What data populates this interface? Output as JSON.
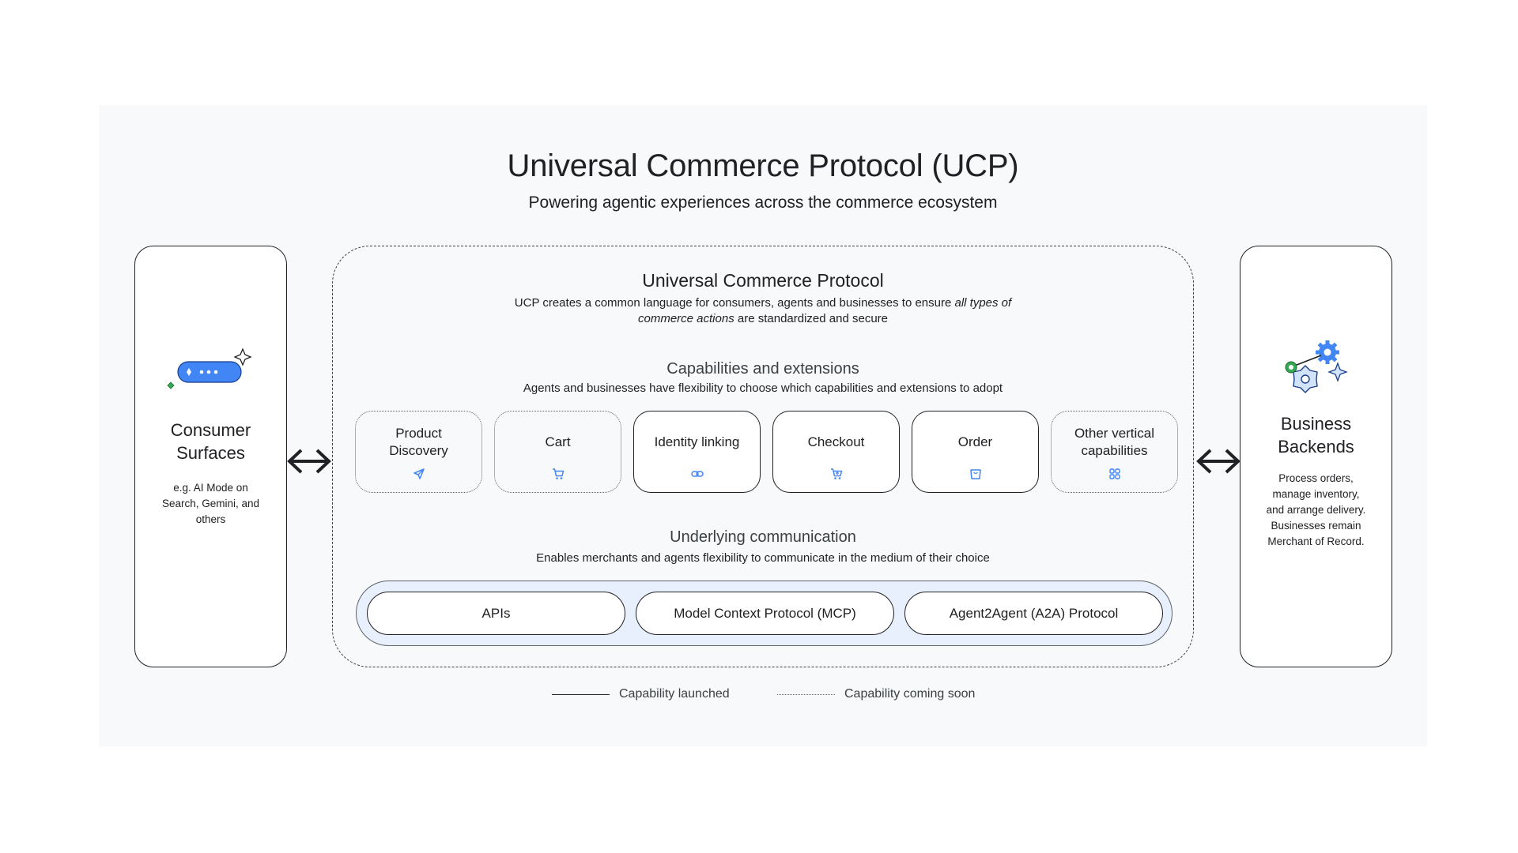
{
  "title": "Universal Commerce Protocol (UCP)",
  "subtitle": "Powering agentic experiences across the commerce ecosystem",
  "consumer": {
    "title_line1": "Consumer",
    "title_line2": "Surfaces",
    "desc_line1": "e.g. AI Mode on",
    "desc_line2": "Search, Gemini, and",
    "desc_line3": "others",
    "icon": "chat-bubble-sparkle-icon"
  },
  "business": {
    "title_line1": "Business",
    "title_line2": "Backends",
    "desc_line1": "Process orders,",
    "desc_line2": "manage inventory,",
    "desc_line3": "and arrange delivery.",
    "desc_line4": "Businesses remain",
    "desc_line5": "Merchant of Record.",
    "icon": "gears-sparkle-icon"
  },
  "protocol": {
    "heading": "Universal Commerce Protocol",
    "desc_part1": "UCP creates a common language for consumers, agents and businesses to ensure ",
    "desc_em1": "all types of",
    "desc_em2": "commerce actions",
    "desc_part2": " are standardized and secure"
  },
  "capabilities": {
    "heading": "Capabilities and extensions",
    "desc": "Agents and businesses have flexibility to choose which capabilities and extensions to adopt",
    "items": [
      {
        "line1": "Product",
        "line2": "Discovery",
        "status": "coming-soon",
        "icon": "send-icon"
      },
      {
        "line1": "Cart",
        "line2": "",
        "status": "coming-soon",
        "icon": "cart-icon"
      },
      {
        "line1": "Identity linking",
        "line2": "",
        "status": "launched",
        "icon": "link-icon"
      },
      {
        "line1": "Checkout",
        "line2": "",
        "status": "launched",
        "icon": "cart-add-icon"
      },
      {
        "line1": "Order",
        "line2": "",
        "status": "launched",
        "icon": "bag-icon"
      },
      {
        "line1": "Other vertical",
        "line2": "capabilities",
        "status": "coming-soon",
        "icon": "grid-icon"
      }
    ]
  },
  "communication": {
    "heading": "Underlying communication",
    "desc": "Enables merchants and agents flexibility to communicate in the medium of their choice",
    "items": [
      "APIs",
      "Model Context Protocol (MCP)",
      "Agent2Agent (A2A) Protocol"
    ]
  },
  "legend": {
    "launched": "Capability launched",
    "coming_soon": "Capability coming soon"
  },
  "colors": {
    "accent_blue": "#4285f4",
    "light_blue": "#e8f0fe",
    "green": "#34a853",
    "text": "#202124",
    "background": "#f8f9fa"
  }
}
